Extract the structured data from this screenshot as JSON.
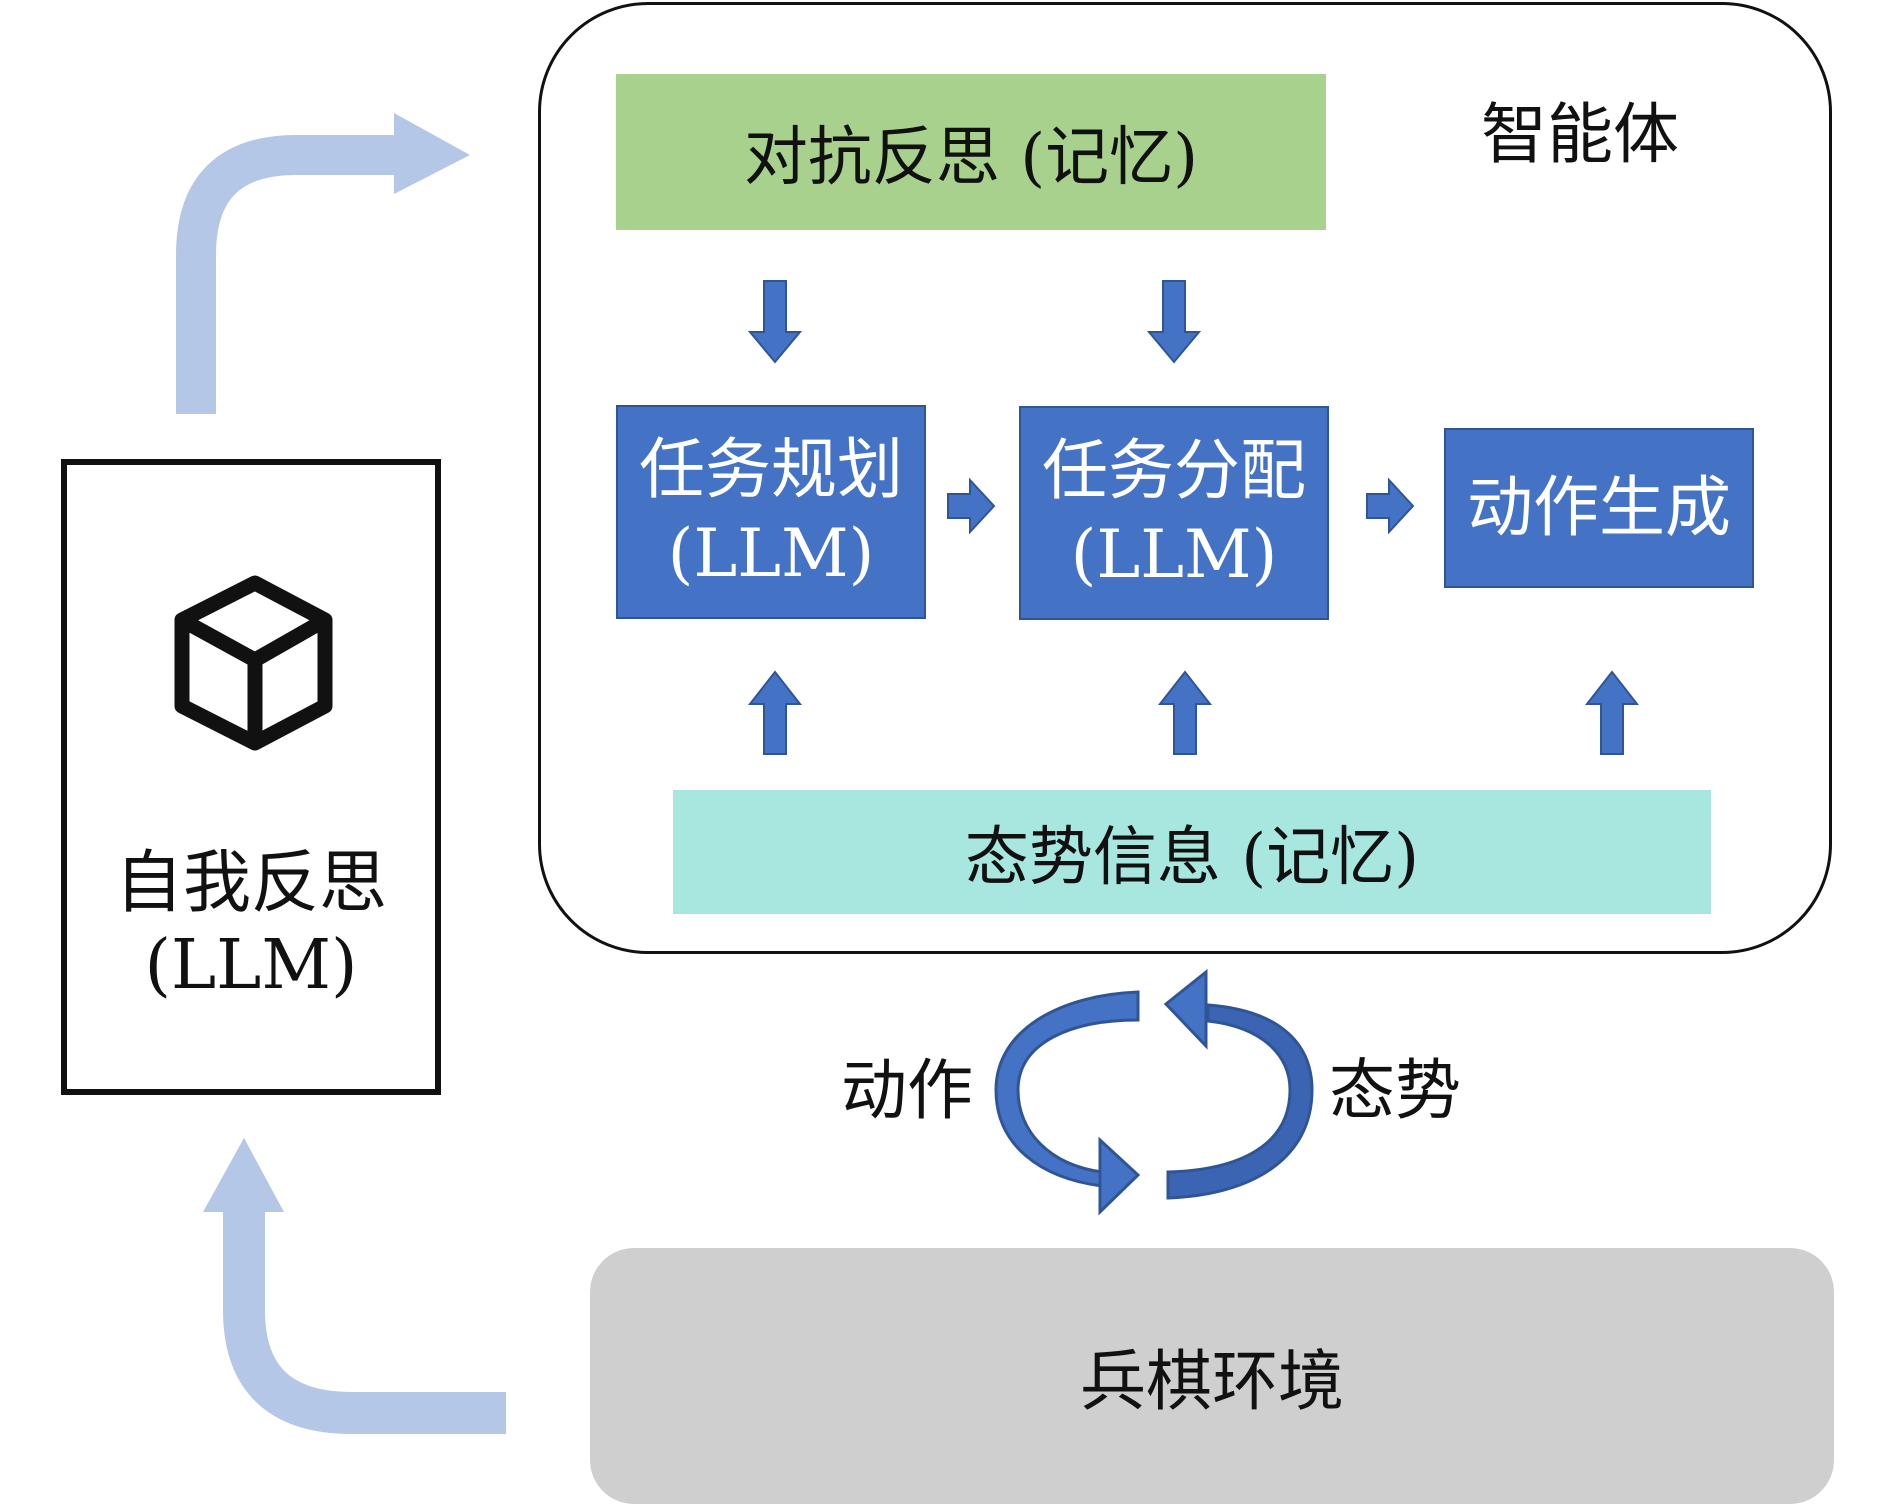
{
  "agent": {
    "title": "智能体",
    "adversarial_reflection": "对抗反思 (记忆)",
    "situation_info": "态势信息 (记忆)",
    "task_planning": {
      "line1": "任务规划",
      "line2": "(LLM)"
    },
    "task_assignment": {
      "line1": "任务分配",
      "line2": "(LLM)"
    },
    "action_generation": "动作生成"
  },
  "self_reflection": {
    "line1": "自我反思",
    "line2": "(LLM)",
    "icon": "cube-icon"
  },
  "cycle": {
    "action_label": "动作",
    "state_label": "态势"
  },
  "environment": {
    "label": "兵棋环境"
  },
  "colors": {
    "module_blue": "#4472c4",
    "memory_green": "#a9d18e",
    "memory_cyan": "#a8e6e0",
    "flow_arrow": "#b4c7e7",
    "environment_gray": "#d0cfcf"
  }
}
